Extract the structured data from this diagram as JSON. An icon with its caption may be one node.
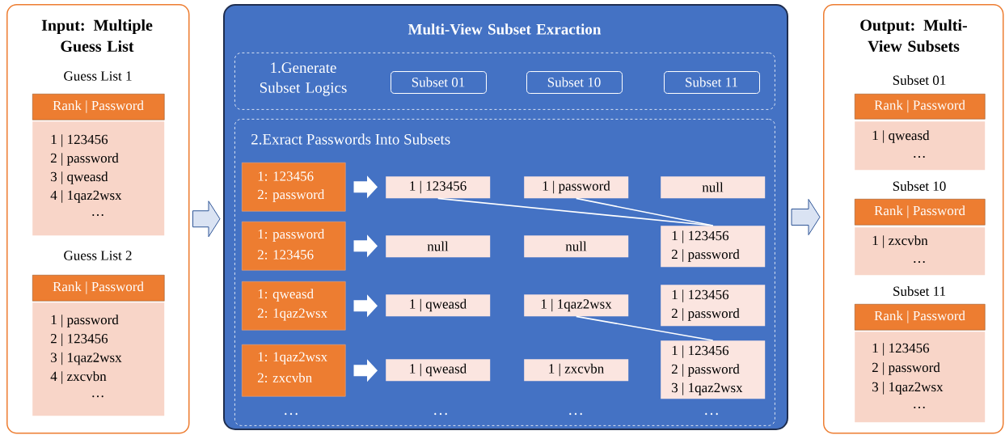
{
  "diagram": {
    "nodes": [
      {
        "text": [
          "Input: Multiple Guess List"
        ]
      },
      {
        "text": [
          "Rank | Password"
        ],
        "beside": [
          "Guess List 1"
        ],
        "in": 0
      },
      {
        "text": [
          "1 | 123456",
          "2 | password",
          "3 | qweasd",
          "4 | 1qaz2wsx",
          "…"
        ],
        "in": 0
      },
      {
        "text": [
          "Rank | Password"
        ],
        "beside": [
          "Guess List 2"
        ],
        "in": 0
      },
      {
        "text": [
          "1 | password",
          "2 | 123456",
          "3 | 1qaz2wsx",
          "4 | zxcvbn",
          "…"
        ],
        "in": 0
      },
      {
        "text": [
          "Multi-View Subset Exraction"
        ]
      },
      {
        "text": [
          "1.Generate Subset Logics"
        ],
        "in": 5
      },
      {
        "text": [
          "Subset 01"
        ],
        "in": 6
      },
      {
        "text": [
          "Subset 10"
        ],
        "in": 6
      },
      {
        "text": [
          "Subset 11"
        ],
        "in": 6
      },
      {
        "text": [
          "2.Exract Passwords Into Subsets"
        ],
        "in": 5
      },
      {
        "text": [
          "1: 123456",
          "2: password"
        ],
        "in": 10
      },
      {
        "text": [
          "1: password",
          "2: 123456"
        ],
        "in": 10
      },
      {
        "text": [
          "1: qweasd",
          "2: 1qaz2wsx"
        ],
        "in": 10
      },
      {
        "text": [
          "1: 1qaz2wsx",
          "2: zxcvbn"
        ],
        "in": 10
      },
      {
        "text": [
          "1 | 123456"
        ],
        "in": 10
      },
      {
        "text": [
          "null"
        ],
        "in": 10
      },
      {
        "text": [
          "1 | qweasd"
        ],
        "in": 10
      },
      {
        "text": [
          "1 | qweasd"
        ],
        "in": 10
      },
      {
        "text": [
          "1 | password"
        ],
        "in": 10
      },
      {
        "text": [
          "null"
        ],
        "in": 10
      },
      {
        "text": [
          "1 | 1qaz2wsx"
        ],
        "in": 10
      },
      {
        "text": [
          "1 | zxcvbn"
        ],
        "in": 10
      },
      {
        "text": [
          "null"
        ],
        "in": 10
      },
      {
        "text": [
          "1 | 123456",
          "2 | password"
        ],
        "in": 10
      },
      {
        "text": [
          "1 | 123456",
          "2 | password"
        ],
        "in": 10
      },
      {
        "text": [
          "1 | 123456",
          "2 | password",
          "3 | 1qaz2wsx"
        ],
        "in": 10
      },
      {
        "text": [
          "Output: Multi-View Subsets"
        ]
      },
      {
        "text": [
          "Rank | Password"
        ],
        "beside": [
          "Subset 01"
        ],
        "in": 27
      },
      {
        "text": [
          "1 | qweasd",
          "…"
        ],
        "in": 27
      },
      {
        "text": [
          "Rank | Password"
        ],
        "beside": [
          "Subset 10"
        ],
        "in": 27
      },
      {
        "text": [
          "1 | zxcvbn",
          "…"
        ],
        "in": 27
      },
      {
        "text": [
          "Rank | Password"
        ],
        "beside": [
          "Subset 11"
        ],
        "in": 27
      },
      {
        "text": [
          "1 | 123456",
          "2 | password",
          "3 | 1qaz2wsx",
          "…"
        ],
        "in": 27
      }
    ],
    "edges": [
      {
        "from": 0,
        "to": 5,
        "arrow": "to",
        "color": "#dae3f3"
      },
      {
        "from": 11,
        "to": 15,
        "arrow": "to"
      },
      {
        "from": 12,
        "to": 16,
        "arrow": "to"
      },
      {
        "from": 13,
        "to": 17,
        "arrow": "to"
      },
      {
        "from": 14,
        "to": 18,
        "arrow": "to"
      },
      {
        "from": 15,
        "to": 24,
        "arrow": "none"
      },
      {
        "from": 19,
        "to": 24,
        "arrow": "none"
      },
      {
        "from": 21,
        "to": 26,
        "arrow": "none"
      },
      {
        "from": 5,
        "to": 27,
        "arrow": "to",
        "color": "#dae3f3"
      }
    ],
    "labels": [
      "…",
      "…",
      "…",
      "…"
    ]
  }
}
